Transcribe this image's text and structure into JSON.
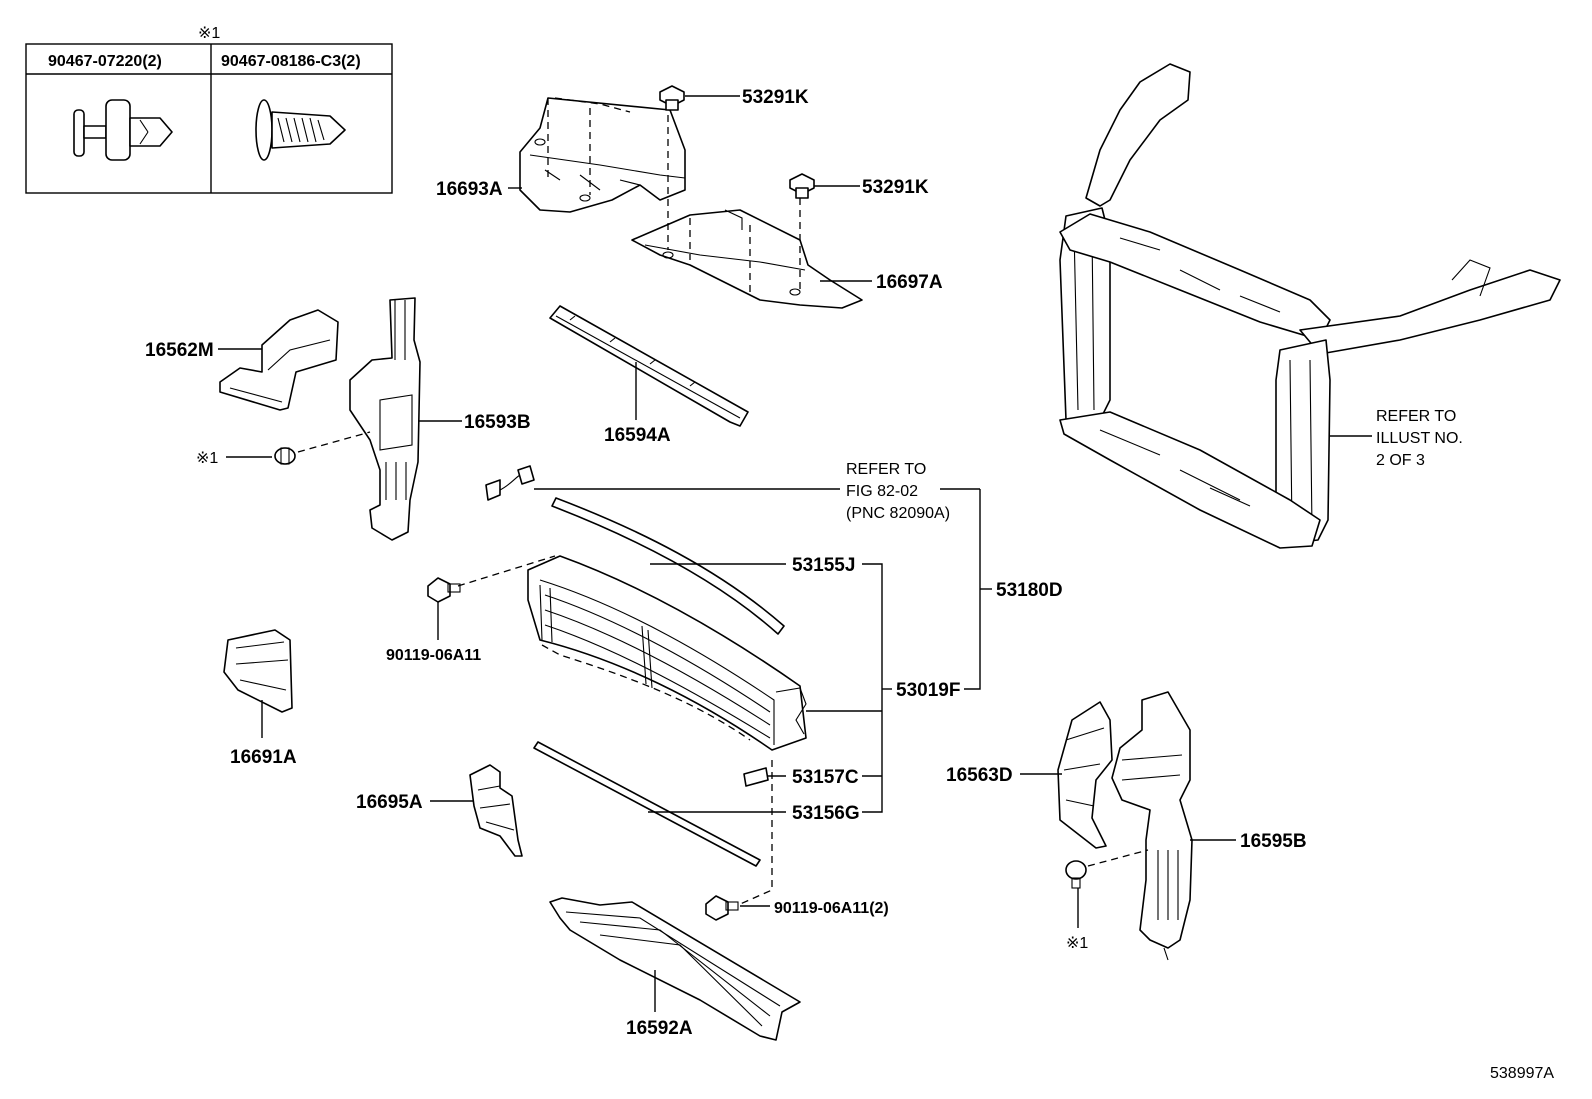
{
  "legend": {
    "marker": "※1",
    "col1": "90467-07220(2)",
    "col2": "90467-08186-C3(2)"
  },
  "labels": {
    "p53291K_a": "53291K",
    "p53291K_b": "53291K",
    "p16693A": "16693A",
    "p16697A": "16697A",
    "p16562M": "16562M",
    "p16593B": "16593B",
    "ref1_marker": "※1",
    "p16594A": "16594A",
    "refer_fig_l1": "REFER TO",
    "refer_fig_l2": "FIG 82-02",
    "refer_fig_l3": "(PNC 82090A)",
    "p53155J": "53155J",
    "p53180D": "53180D",
    "p90119_06A11": "90119-06A11",
    "p53019F": "53019F",
    "p16691A": "16691A",
    "p53157C": "53157C",
    "p53156G": "53156G",
    "p16695A": "16695A",
    "p90119_06A11_2": "90119-06A11(2)",
    "p16592A": "16592A",
    "p16563D": "16563D",
    "p16595B": "16595B",
    "ref2_marker": "※1",
    "refer_illust_l1": "REFER TO",
    "refer_illust_l2": "ILLUST NO.",
    "refer_illust_l3": "2 OF 3",
    "diagram_id": "538997A"
  },
  "icons": [
    "push-clip-icon",
    "screw-clip-icon",
    "bolt-icon"
  ]
}
